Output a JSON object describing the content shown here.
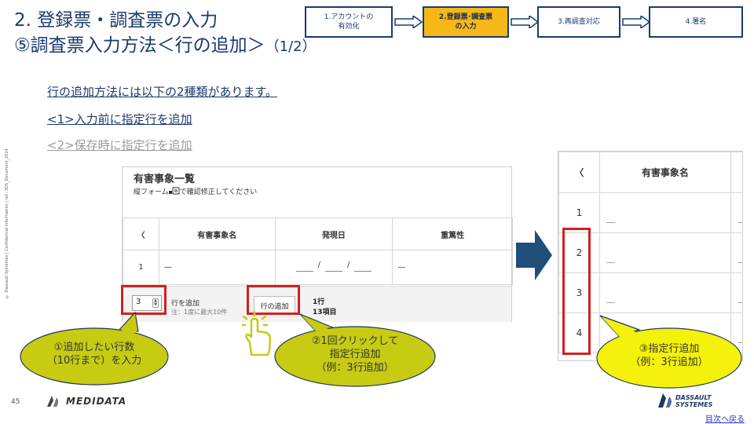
{
  "header": {
    "title_line1": "2. 登録票・調査票の入力",
    "title_line2": "⑤調査票入力方法＜行の追加＞",
    "title_page": "（1/2）"
  },
  "steps": [
    {
      "line1": "1.アカウントの",
      "line2": "有効化"
    },
    {
      "line1": "2.登録票･調査票",
      "line2": "の入力"
    },
    {
      "line1": "3.再調査対応",
      "line2": ""
    },
    {
      "line1": "4.署名",
      "line2": ""
    }
  ],
  "bullets": {
    "intro": "行の追加方法には以下の2種類があります。",
    "method1": "<1>入力前に指定行を追加",
    "method2": "<2>保存時に指定行を追加"
  },
  "side_note": "© Dassault Systèmes | Confidential Information | ref.: 3DS_Document_2024",
  "form": {
    "title": "有害事象一覧",
    "desc_before": "縦フォーム",
    "desc_after": "で確認修正してください",
    "nav": "〈",
    "columns": [
      "有害事象名",
      "発現日",
      "重篤性"
    ],
    "row_num": "1",
    "row_dash": "—",
    "date_sep": "/",
    "spin_value": "3",
    "add_label": "行を追加",
    "add_note": "注：1度に最大10件",
    "add_button": "行の追加",
    "count_rows": "1行",
    "count_items": "13項目"
  },
  "right_grid": {
    "nav": "〈",
    "column": "有害事象名",
    "rows": [
      "1",
      "2",
      "3",
      "4"
    ],
    "dash": "—"
  },
  "bubbles": {
    "b1_line1": "①追加したい行数",
    "b1_line2": "（10行まで）を入力",
    "b2_line1": "②1回クリックして",
    "b2_line2": "指定行追加",
    "b2_line3": "（例：3行追加）",
    "b3_line1": "③指定行追加",
    "b3_line2": "（例：3行追加）"
  },
  "footer": {
    "page_number": "45",
    "medidata": "MEDIDATA",
    "ds_line1": "DASSAULT",
    "ds_line2": "SYSTEMES",
    "back_link": "目次へ戻る"
  },
  "colors": {
    "navy": "#1a3a6e",
    "active_step": "#f5b817",
    "highlight_red": "#d42020",
    "bubble_fill": "#c7cb12",
    "arrow_blue": "#1f4e79"
  }
}
